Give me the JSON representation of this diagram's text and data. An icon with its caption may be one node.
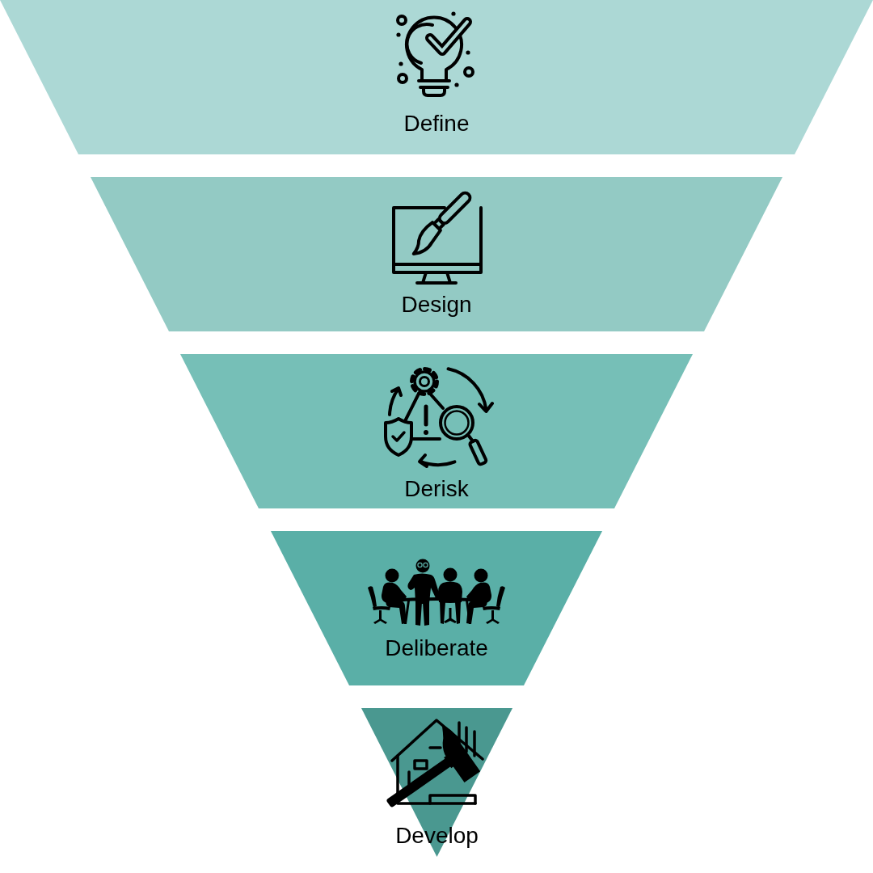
{
  "diagram": {
    "nodes": [
      {
        "text": [
          "Define"
        ]
      },
      {
        "text": [
          "Design"
        ]
      },
      {
        "text": [
          "Derisk"
        ]
      },
      {
        "text": [
          "Deliberate"
        ]
      },
      {
        "text": [
          "Develop"
        ]
      }
    ]
  }
}
